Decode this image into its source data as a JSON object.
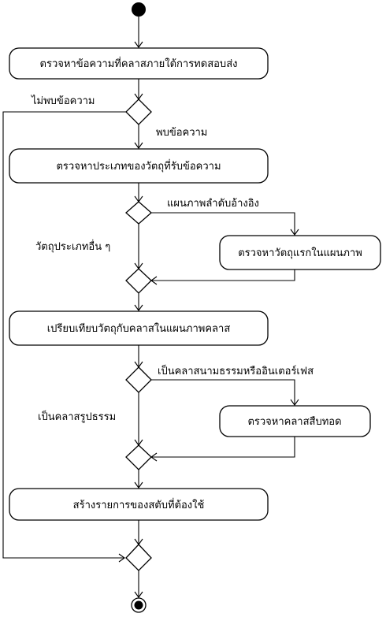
{
  "actions": {
    "check_message": "ตรวจหาข้อความที่คลาสภายใต้การทดสอบส่ง",
    "check_receiver_type": "ตรวจหาประเภทของวัตถุที่รับข้อความ",
    "find_first_object": "ตรวจหาวัตถุแรกในแผนภาพ",
    "compare_class": "เปรียบเทียบวัตถุกับคลาสในแผนภาพคลาส",
    "find_inheritance": "ตรวจหาคลาสสืบทอด",
    "build_stub_list": "สร้างรายการของสตับที่ต้องใช้"
  },
  "guards": {
    "message_not_found": "ไม่พบข้อความ",
    "message_found": "พบข้อความ",
    "sequence_diagram": "แผนภาพลำดับอ้างอิง",
    "other_object": "วัตถุประเภทอื่น ๆ",
    "abstract_or_interface": "เป็นคลาสนามธรรมหรืออินเตอร์เฟส",
    "concrete_class": "เป็นคลาสรูปธรรม"
  }
}
